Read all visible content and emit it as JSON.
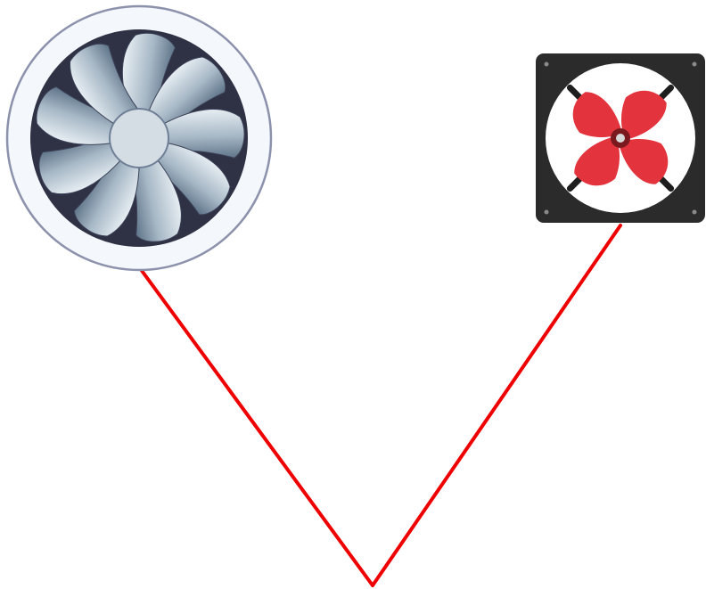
{
  "diagram": {
    "nodes": [
      {
        "id": "round-fan",
        "icon": "round-exhaust-fan-icon"
      },
      {
        "id": "square-fan",
        "icon": "square-box-fan-icon"
      }
    ],
    "connectors": [
      {
        "from": "round-fan",
        "to": "junction"
      },
      {
        "from": "square-fan",
        "to": "junction"
      }
    ]
  },
  "colors": {
    "connector": "#ee0000",
    "round_fan_ring": "#f4f7fc",
    "round_fan_ring_border": "#8c92ac",
    "round_fan_housing": "#2f3145",
    "round_fan_blade": "#b6c4d0",
    "round_fan_hub": "#d3dde3",
    "square_fan_frame": "#2b2b2b",
    "square_fan_blade": "#e3343d",
    "square_fan_strut": "#1e1e1e"
  }
}
